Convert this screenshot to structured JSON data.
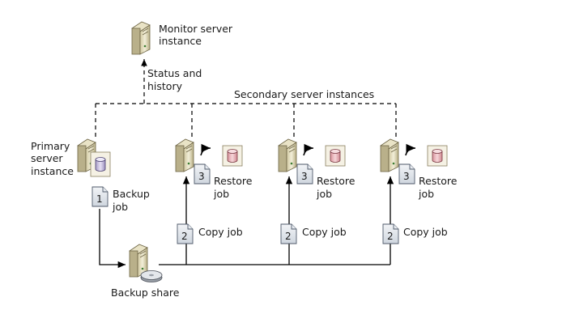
{
  "monitor": {
    "line1": "Monitor server",
    "line2": "instance"
  },
  "status": {
    "line1": "Status and",
    "line2": "history"
  },
  "secondary_title": "Secondary server instances",
  "primary": {
    "line1": "Primary",
    "line2": "server",
    "line3": "instance"
  },
  "backup_job": {
    "number": "1",
    "line1": "Backup",
    "line2": "job"
  },
  "backup_share": "Backup share",
  "secondaries": [
    {
      "restore_number": "3",
      "restore_line1": "Restore",
      "restore_line2": "job",
      "copy_number": "2",
      "copy_label": "Copy job"
    },
    {
      "restore_number": "3",
      "restore_line1": "Restore",
      "restore_line2": "job",
      "copy_number": "2",
      "copy_label": "Copy job"
    },
    {
      "restore_number": "3",
      "restore_line1": "Restore",
      "restore_line2": "job",
      "copy_number": "2",
      "copy_label": "Copy job"
    }
  ],
  "icons": {
    "server": "server-icon",
    "database": "database-icon",
    "document": "document-icon",
    "disk": "disk-icon",
    "arrow": "curved-arrow-icon"
  },
  "colors": {
    "line": "#000000",
    "server_body": "#d8d0ac",
    "db_fill": "#e8b4b8"
  }
}
